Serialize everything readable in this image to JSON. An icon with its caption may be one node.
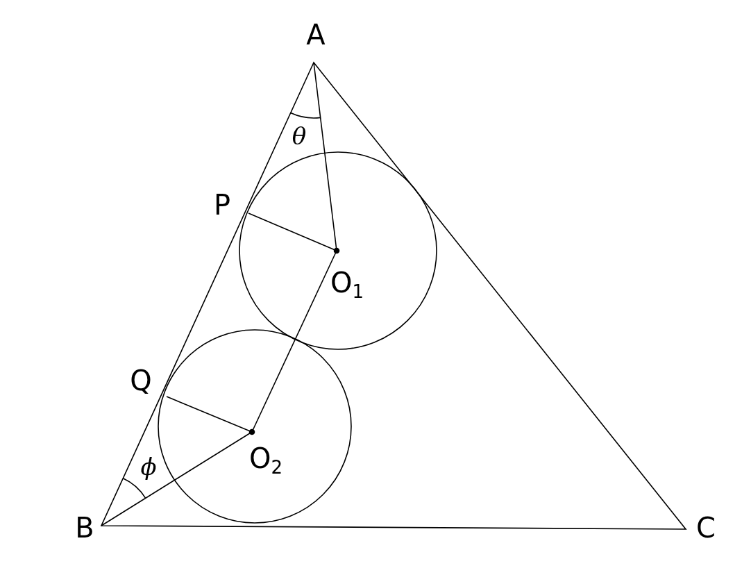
{
  "diagram": {
    "labels": [
      "A",
      "θ",
      "P",
      "O$_{1}$",
      "Q",
      "O$_{2}$",
      "ϕ",
      "B",
      "C"
    ]
  }
}
